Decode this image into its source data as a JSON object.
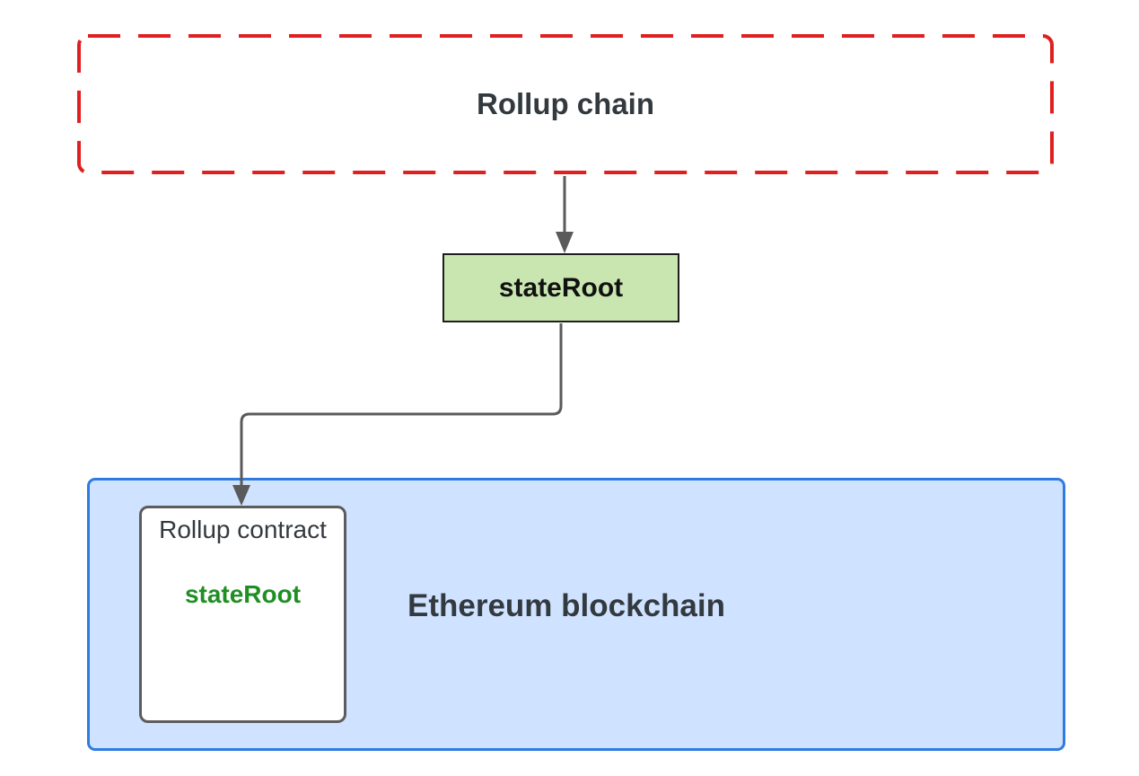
{
  "diagram": {
    "rollup_chain": {
      "label": "Rollup chain",
      "border_color": "#e02020"
    },
    "state_root": {
      "label": "stateRoot",
      "fill_color": "#c9e6b0"
    },
    "ethereum": {
      "label": "Ethereum blockchain",
      "fill_color": "#cfe2ff",
      "border_color": "#2f7be0"
    },
    "rollup_contract": {
      "title": "Rollup contract",
      "state_root_label": "stateRoot",
      "state_root_color": "#1f8f24"
    },
    "connectors": [
      {
        "from": "Rollup chain",
        "to": "stateRoot"
      },
      {
        "from": "stateRoot",
        "to": "Rollup contract"
      }
    ],
    "connector_color": "#5a5a5a"
  }
}
